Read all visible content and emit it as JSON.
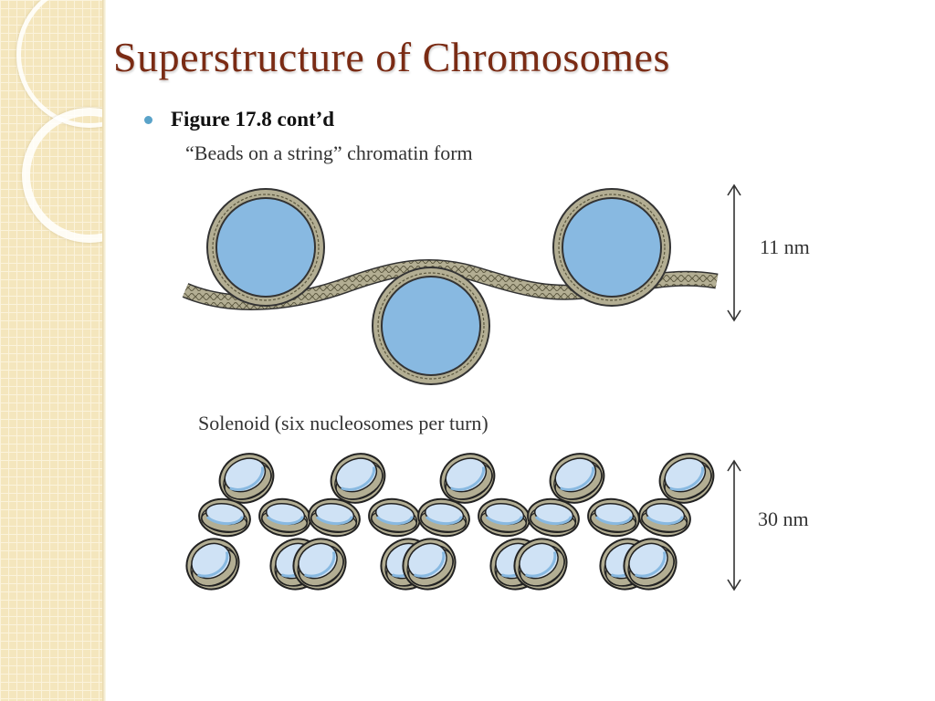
{
  "slide": {
    "title": "Superstructure of Chromosomes",
    "bullet": "Figure 17.8 cont’d"
  },
  "figure": {
    "beads_caption": "“Beads on a string” chromatin form",
    "beads_scale": "11 nm",
    "solenoid_caption": "Solenoid (six nucleosomes per turn)",
    "solenoid_scale": "30 nm"
  },
  "colors": {
    "title": "#7a2b14",
    "bullet": "#5aa3c9",
    "histone_core": "#88b9e1",
    "histone_face": "#cfe2f5",
    "dna_wrap": "#b3ae93",
    "side_panel": "#f4e6bd"
  }
}
